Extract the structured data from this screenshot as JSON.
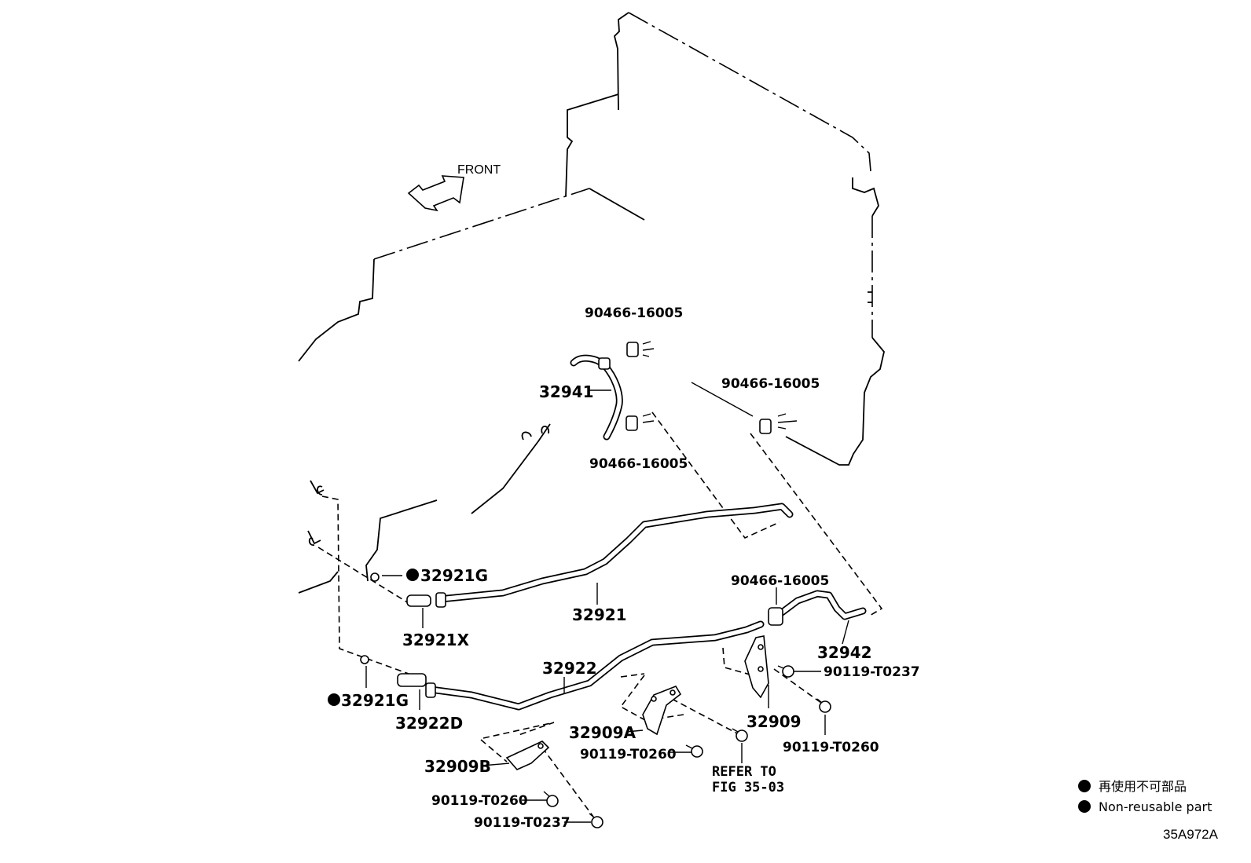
{
  "front_label": "FRONT",
  "labels": {
    "clip_top": "90466-16005",
    "hose_upper": "32941",
    "clip_mid": "90466-16005",
    "clip_right": "90466-16005",
    "gasket_upper": "32921G",
    "pipe_upper": "32921",
    "union_upper": "32921X",
    "clip_lower_right": "90466-16005",
    "hose_lower": "32942",
    "bolt_right_a": "90119-T0237",
    "pipe_lower": "32922",
    "gasket_lower": "32921G",
    "union_lower": "32922D",
    "bracket_right": "32909",
    "bolt_right_b": "90119-T0260",
    "bracket_mid": "32909A",
    "bolt_mid": "90119-T0260",
    "refer_line1": "REFER TO",
    "refer_line2": "FIG 35-03",
    "bracket_left": "32909B",
    "bolt_left_a": "90119-T0260",
    "bolt_left_b": "90119-T0237"
  },
  "legend": {
    "line_jp": "再使用不可部品",
    "line_en": "Non-reusable part"
  },
  "diagram_code": "35A972A"
}
